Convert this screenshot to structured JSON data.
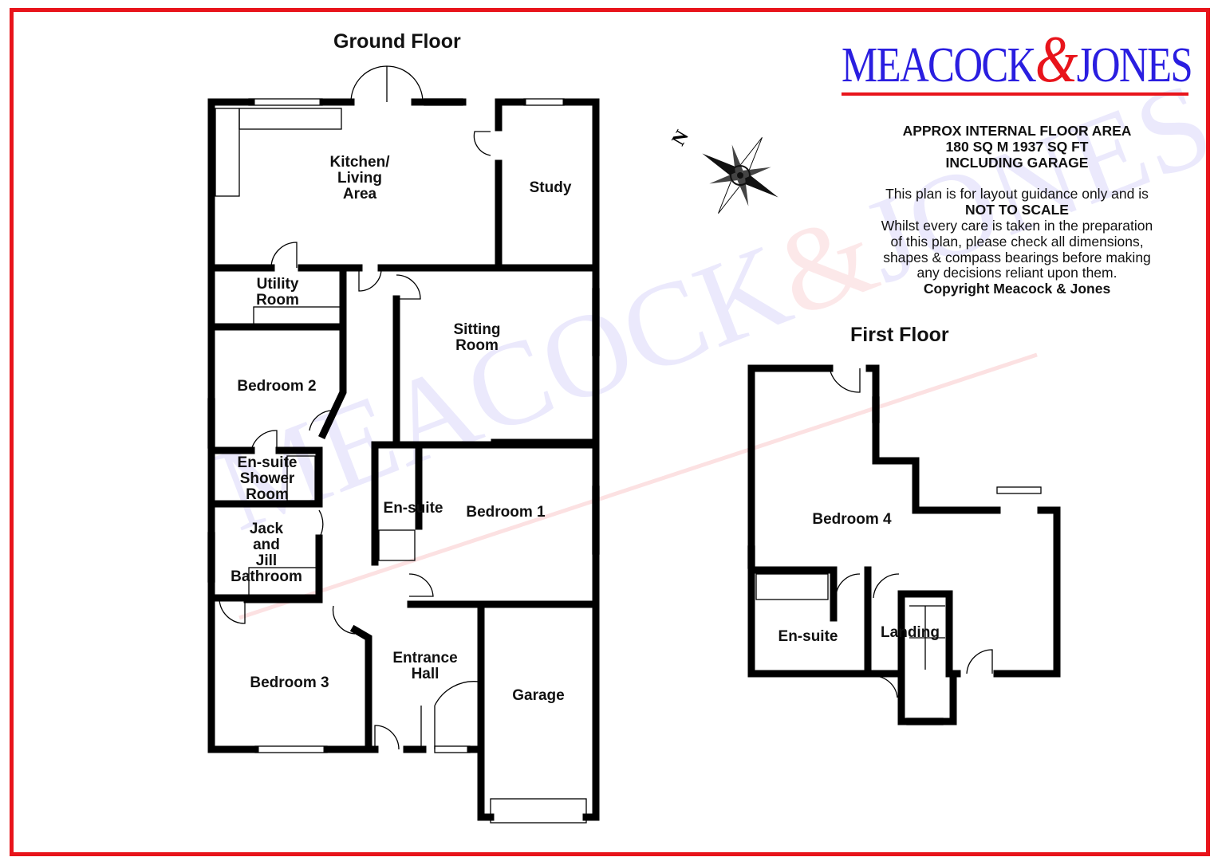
{
  "logo": {
    "left": "MEACOCK",
    "amp": "&",
    "right": "JONES"
  },
  "colors": {
    "frame": "#e8141b",
    "brand_blue": "#2a1ee0",
    "brand_red": "#e8141b",
    "wall": "#000000"
  },
  "ground_floor": {
    "title": "Ground Floor",
    "rooms": [
      "Kitchen/\nLiving\nArea",
      "Study",
      "Utility\nRoom",
      "Sitting\nRoom",
      "Bedroom 2",
      "En-suite\nShower\nRoom",
      "En-suite",
      "Bedroom 1",
      "Jack\nand\nJill\nBathroom",
      "Bedroom 3",
      "Entrance\nHall",
      "Garage"
    ]
  },
  "first_floor": {
    "title": "First Floor",
    "rooms": [
      "Bedroom 4",
      "En-suite",
      "Landing"
    ]
  },
  "compass": {
    "label": "N",
    "icon": "compass-rose-icon"
  },
  "info": {
    "area_line1": "APPROX INTERNAL FLOOR AREA",
    "area_line2": "180 SQ M 1937 SQ FT",
    "area_line3": "INCLUDING GARAGE",
    "disclaimer1": "This plan is for layout guidance only and is",
    "not_to_scale": "NOT TO SCALE",
    "disclaimer2": "Whilst every care is taken in the preparation",
    "disclaimer3": "of this plan, please check all dimensions,",
    "disclaimer4": "shapes & compass bearings before making",
    "disclaimer5": "any decisions reliant upon them.",
    "copyright": "Copyright Meacock & Jones"
  }
}
